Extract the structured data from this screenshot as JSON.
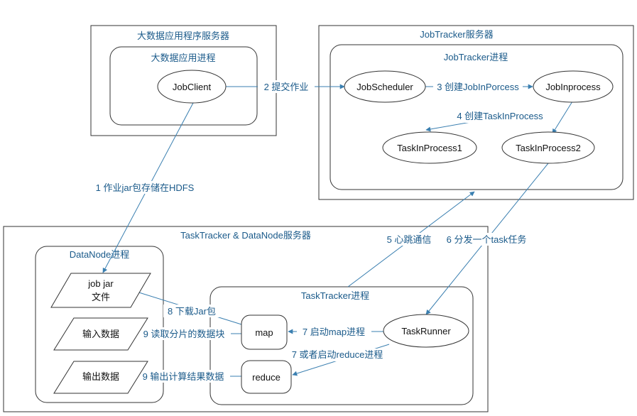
{
  "containers": {
    "app_server": "大数据应用程序服务器",
    "app_process": "大数据应用进程",
    "jobtracker_server": "JobTracker服务器",
    "jobtracker_process": "JobTracker进程",
    "tasktracker_server": "TaskTracker & DataNode服务器",
    "datanode_process": "DataNode进程",
    "tasktracker_process": "TaskTracker进程"
  },
  "nodes": {
    "jobclient": "JobClient",
    "jobscheduler": "JobScheduler",
    "jobinprocess": "JobInprocess",
    "taskinprocess1": "TaskInProcess1",
    "taskinprocess2": "TaskInProcess2",
    "jobjar_line1": "job jar",
    "jobjar_line2": "文件",
    "input_data": "输入数据",
    "output_data": "输出数据",
    "map": "map",
    "reduce": "reduce",
    "taskrunner": "TaskRunner"
  },
  "edges": {
    "e1": "1 作业jar包存储在HDFS",
    "e2": "2 提交作业",
    "e3": "3 创建JobInPorcess",
    "e4": "4 创建TaskInProcess",
    "e5": "5 心跳通信",
    "e6": "6 分发一个task任务",
    "e7a": "7 启动map进程",
    "e7b": "7 或者启动reduce进程",
    "e8": "8 下载Jar包",
    "e9a": "9 读取分片的数据块",
    "e9b": "9 输出计算结果数据"
  },
  "colors": {
    "edge": "#3a7fb0",
    "label": "#1a5a8a",
    "border": "#333333"
  }
}
